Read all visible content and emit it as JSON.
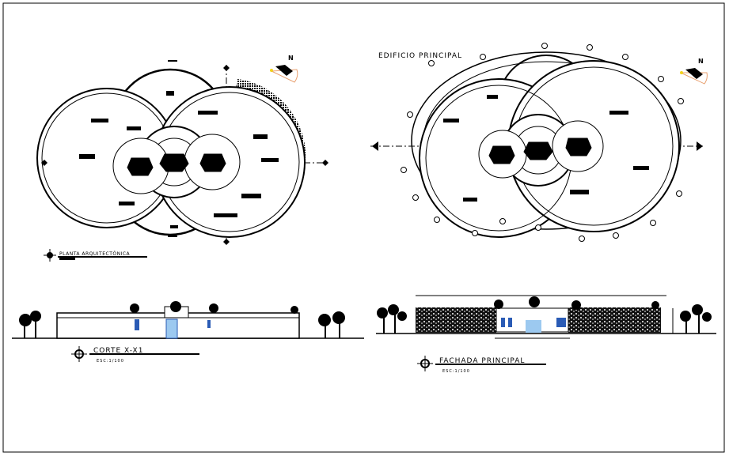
{
  "drawing": {
    "plan_title": "PLANTA ARQUITECTÓNICA",
    "main_building_title": "EDIFICIO PRINCIPAL",
    "section_title": "CORTE X-X1",
    "section_scale": "ESC:1/100",
    "facade_title": "FACHADA PRINCIPAL",
    "facade_scale": "ESC:1/100",
    "north_label": "N"
  },
  "colors": {
    "line": "#000000",
    "glass": "#2a5bb5",
    "glass_light": "#9cc9f0",
    "north_arrow": "#e03020",
    "sun": "#f2d21a"
  }
}
